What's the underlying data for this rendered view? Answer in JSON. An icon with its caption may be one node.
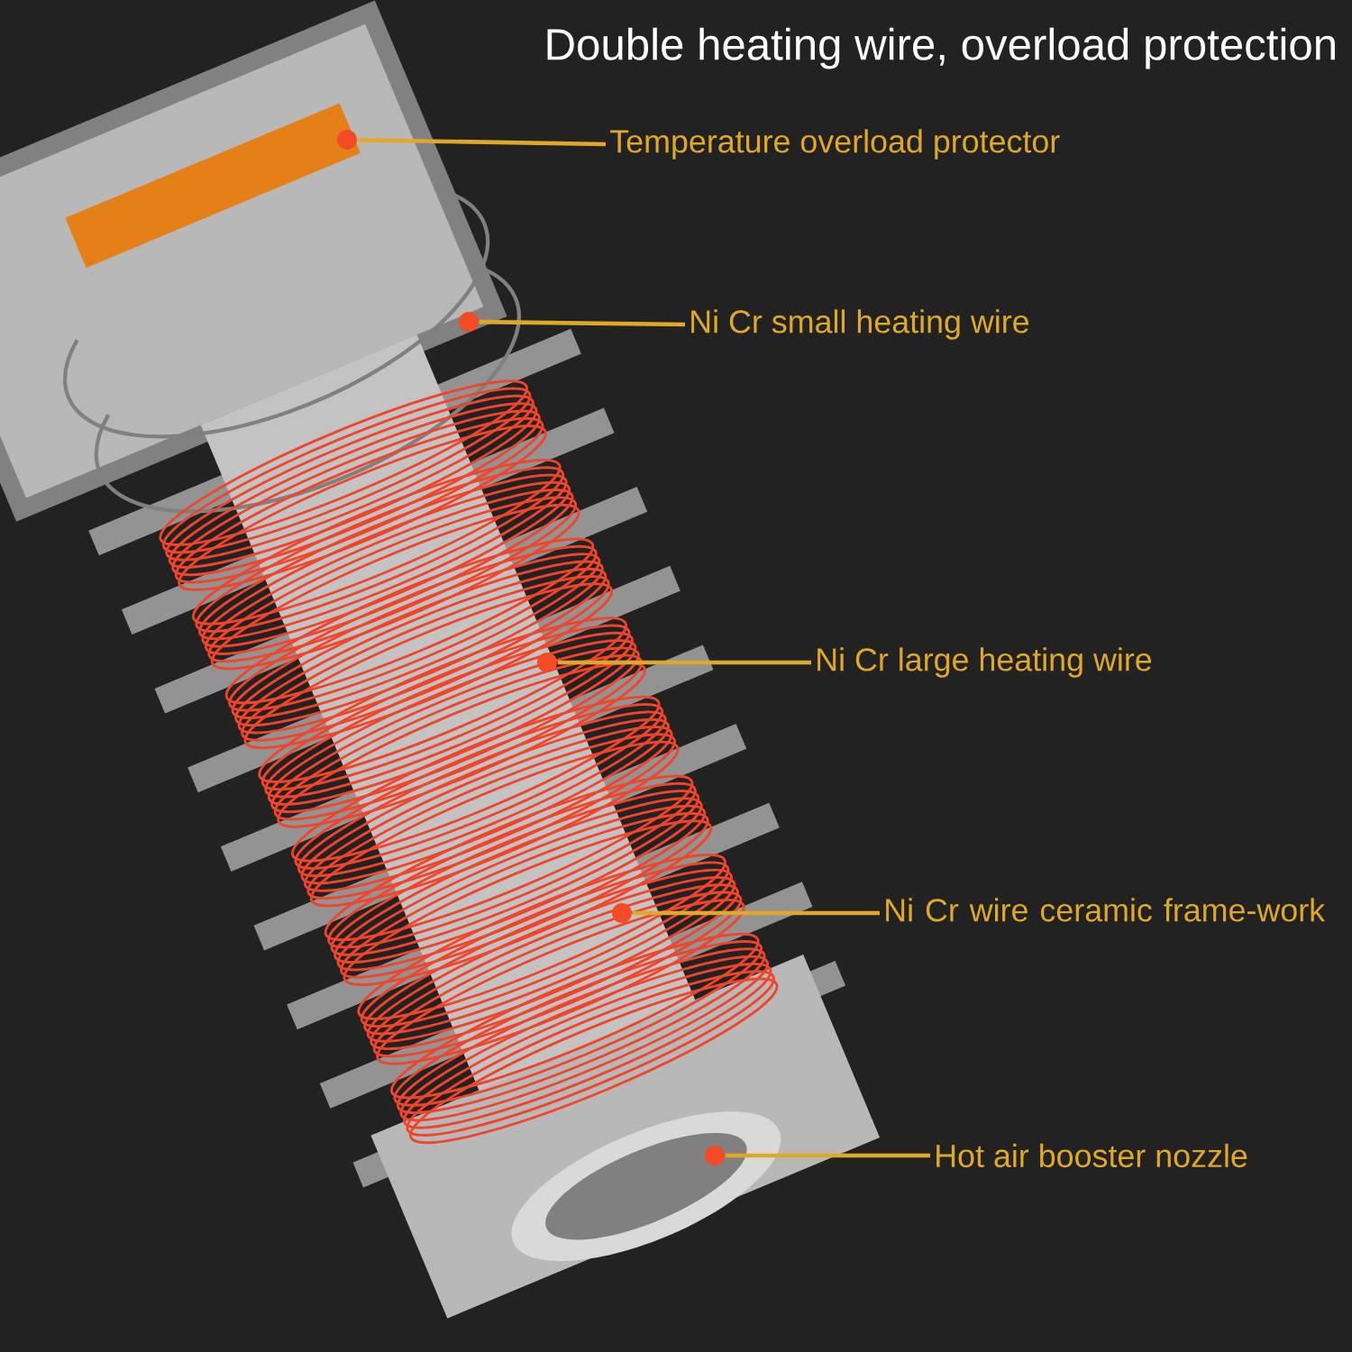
{
  "diagram": {
    "title": "Double heating wire, overload protection",
    "nodes": [
      {
        "text": [
          "Temperature overload protector"
        ]
      },
      {
        "text": [
          "Ni Cr small heating wire"
        ]
      },
      {
        "text": [
          "Ni Cr large heating wire"
        ]
      },
      {
        "text": [
          "Ni Cr wire ceramic frame-work"
        ]
      },
      {
        "text": [
          "Hot air booster nozzle"
        ]
      },
      {
        "text": [],
        "shape": "circle"
      },
      {
        "text": [],
        "shape": "circle"
      },
      {
        "text": [],
        "shape": "circle"
      },
      {
        "text": [],
        "shape": "circle"
      },
      {
        "text": [],
        "shape": "circle"
      }
    ],
    "edges": [
      {
        "from": 0,
        "to": 5,
        "arrow": "none"
      },
      {
        "from": 1,
        "to": 6,
        "arrow": "none"
      },
      {
        "from": 2,
        "to": 7,
        "arrow": "none"
      },
      {
        "from": 3,
        "to": 8,
        "arrow": "none"
      },
      {
        "from": 4,
        "to": 9,
        "arrow": "none"
      }
    ]
  }
}
